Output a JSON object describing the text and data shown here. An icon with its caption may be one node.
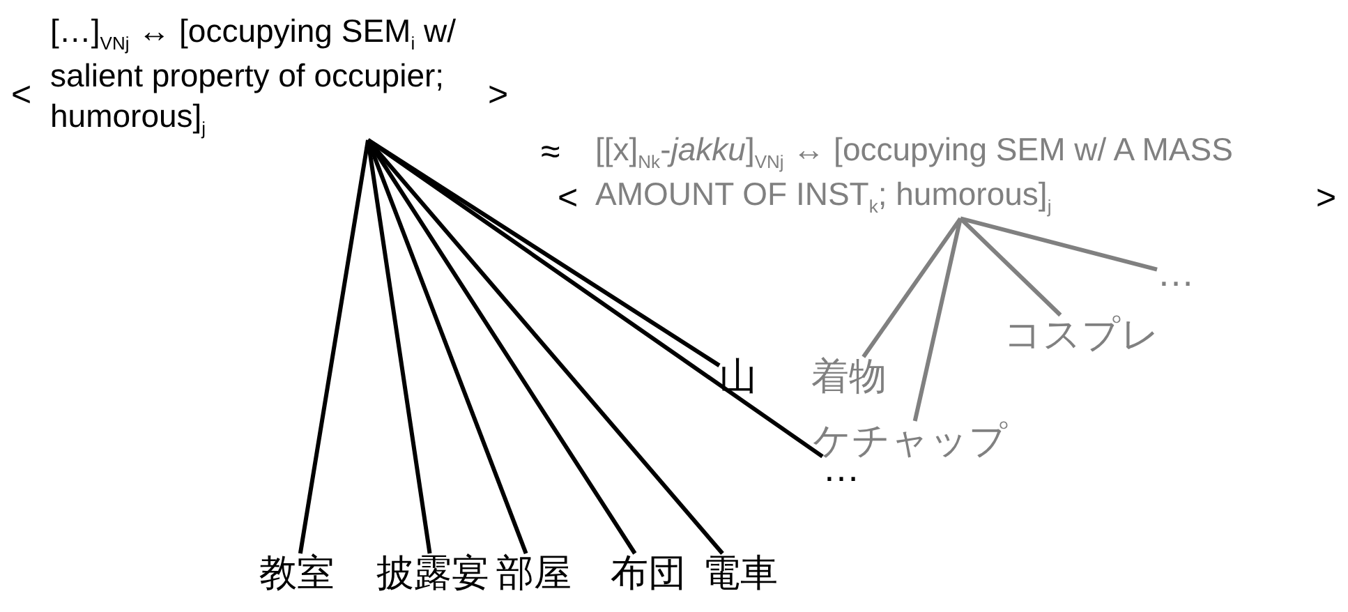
{
  "diagram": {
    "nodes": [
      {
        "text": [
          "[…]$_{VNj}$ ↔ [occupying SEM$_{i}$ w/ salient property of occupier; humorous]$_{j}$"
        ]
      },
      {
        "text": [
          "[[x]$_{Nk}$-*jakku*]$_{VNj}$ ↔ [occupying SEM w/ A MASS AMOUNT OF INST$_{k}$; humorous]$_{j}$"
        ]
      },
      {
        "text": [
          "教室"
        ]
      },
      {
        "text": [
          "披露宴"
        ]
      },
      {
        "text": [
          "部屋"
        ]
      },
      {
        "text": [
          "布団"
        ]
      },
      {
        "text": [
          "電車"
        ]
      },
      {
        "text": [
          "…"
        ]
      },
      {
        "text": [
          "山"
        ]
      },
      {
        "text": [
          "着物"
        ]
      },
      {
        "text": [
          "ケチャップ"
        ]
      },
      {
        "text": [
          "コスプレ"
        ]
      },
      {
        "text": [
          "…"
        ]
      }
    ],
    "edges": [
      {
        "from": 0,
        "to": 2,
        "arrow": "none"
      },
      {
        "from": 0,
        "to": 3,
        "arrow": "none"
      },
      {
        "from": 0,
        "to": 4,
        "arrow": "none"
      },
      {
        "from": 0,
        "to": 5,
        "arrow": "none"
      },
      {
        "from": 0,
        "to": 6,
        "arrow": "none"
      },
      {
        "from": 0,
        "to": 7,
        "arrow": "none"
      },
      {
        "from": 0,
        "to": 8,
        "arrow": "none"
      },
      {
        "from": 1,
        "to": 9,
        "arrow": "none",
        "color": "#808080"
      },
      {
        "from": 1,
        "to": 10,
        "arrow": "none",
        "color": "#808080"
      },
      {
        "from": 1,
        "to": 11,
        "arrow": "none",
        "color": "#808080"
      },
      {
        "from": 1,
        "to": 12,
        "arrow": "none",
        "color": "#808080"
      }
    ],
    "labels": [
      "<",
      ">",
      "≈",
      "<",
      ">"
    ]
  }
}
